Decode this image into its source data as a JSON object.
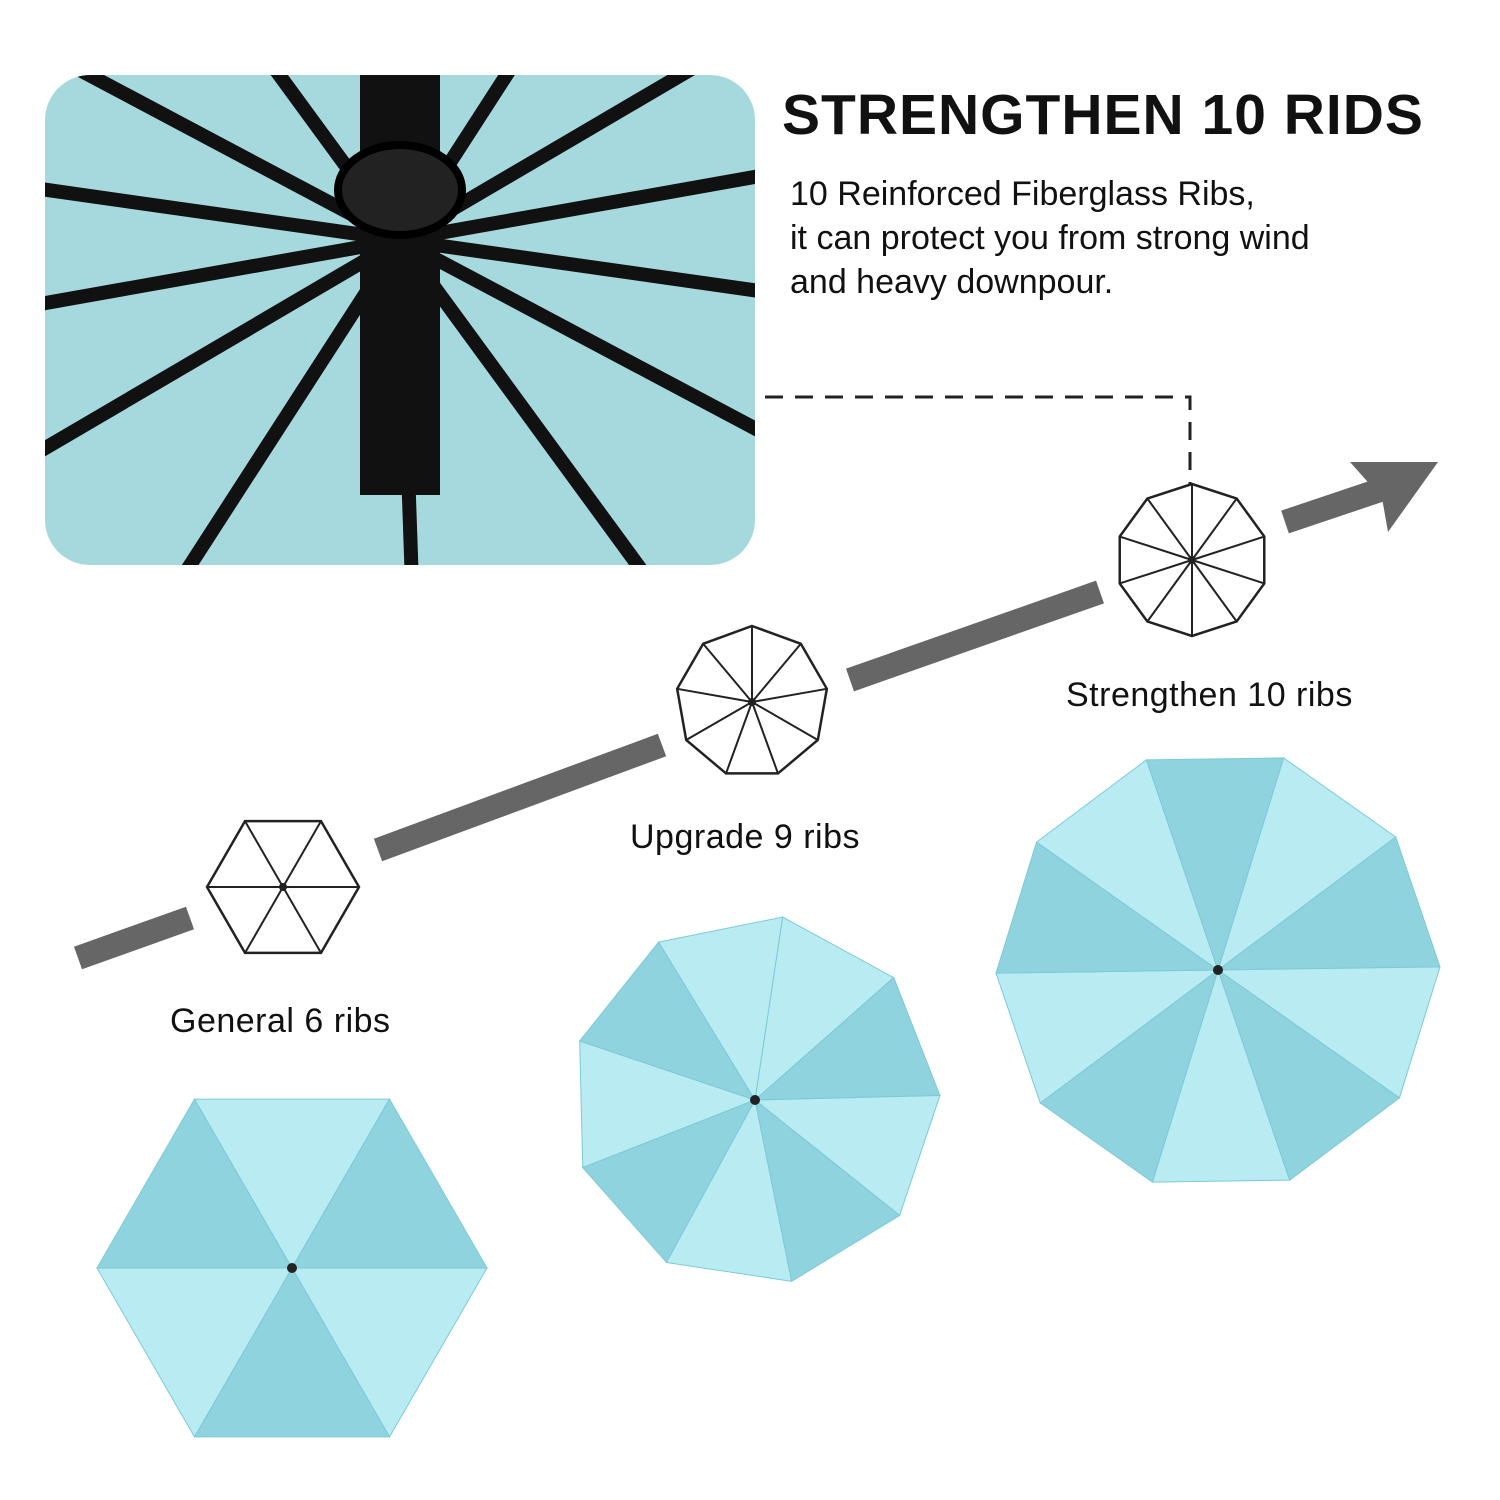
{
  "heading": "STRENGTHEN 10 RIDS",
  "description": [
    "10 Reinforced Fiberglass Ribs,",
    "it can protect you from strong wind",
    "and heavy downpour."
  ],
  "stages": [
    {
      "label": "General 6 ribs",
      "ribs": 6
    },
    {
      "label": "Upgrade 9 ribs",
      "ribs": 9
    },
    {
      "label": "Strengthen 10 ribs",
      "ribs": 10
    }
  ],
  "colors": {
    "canopy": "#8fd3df",
    "canopy_light": "#b8ecf2",
    "arrow": "#666666",
    "photo_bg": "#a6d9dd"
  }
}
